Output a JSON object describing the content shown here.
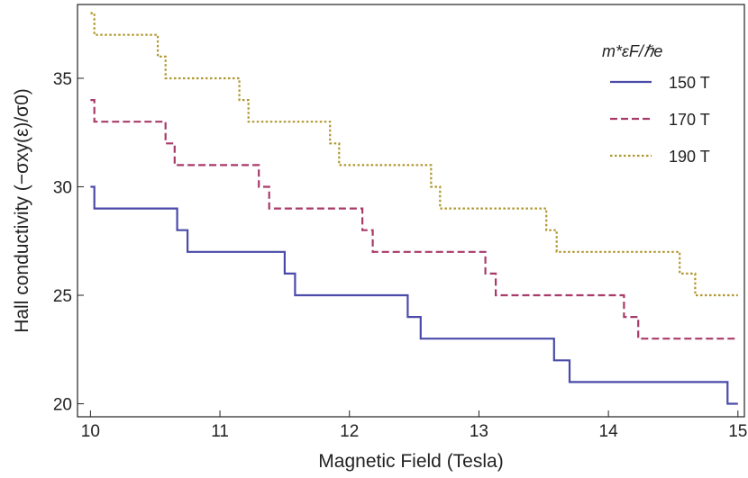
{
  "chart_data": {
    "type": "line",
    "title": "",
    "xlabel": "Magnetic Field (Tesla)",
    "ylabel": "Hall conductivity (−σxy(ε)/σ0)",
    "xlim": [
      9.9,
      15.05
    ],
    "ylim": [
      19.4,
      38.4
    ],
    "xticks": [
      10,
      11,
      12,
      13,
      14,
      15
    ],
    "yticks": [
      20,
      25,
      30,
      35
    ],
    "grid": false,
    "legend": {
      "title": "m*εF/ℏe",
      "placement": "top-right",
      "entries": [
        "150 T",
        "170 T",
        "190 T"
      ]
    },
    "series": [
      {
        "name": "150 T",
        "color": "#4a4aa8",
        "dash": "solid",
        "points": [
          [
            10.0,
            30
          ],
          [
            10.03,
            30
          ],
          [
            10.03,
            29
          ],
          [
            10.67,
            29
          ],
          [
            10.67,
            28
          ],
          [
            10.75,
            28
          ],
          [
            10.75,
            27
          ],
          [
            11.5,
            27
          ],
          [
            11.5,
            26
          ],
          [
            11.58,
            26
          ],
          [
            11.58,
            25
          ],
          [
            12.45,
            25
          ],
          [
            12.45,
            24
          ],
          [
            12.55,
            24
          ],
          [
            12.55,
            23
          ],
          [
            13.58,
            23
          ],
          [
            13.58,
            22
          ],
          [
            13.7,
            22
          ],
          [
            13.7,
            21
          ],
          [
            14.92,
            21
          ],
          [
            14.92,
            20
          ],
          [
            15.0,
            20
          ]
        ]
      },
      {
        "name": "170 T",
        "color": "#a83a6a",
        "dash": "dashed",
        "points": [
          [
            10.0,
            34
          ],
          [
            10.03,
            34
          ],
          [
            10.03,
            33
          ],
          [
            10.58,
            33
          ],
          [
            10.58,
            32
          ],
          [
            10.65,
            32
          ],
          [
            10.65,
            31
          ],
          [
            11.3,
            31
          ],
          [
            11.3,
            30
          ],
          [
            11.38,
            30
          ],
          [
            11.38,
            29
          ],
          [
            12.1,
            29
          ],
          [
            12.1,
            28
          ],
          [
            12.18,
            28
          ],
          [
            12.18,
            27
          ],
          [
            13.05,
            27
          ],
          [
            13.05,
            26
          ],
          [
            13.13,
            26
          ],
          [
            13.13,
            25
          ],
          [
            14.12,
            25
          ],
          [
            14.12,
            24
          ],
          [
            14.23,
            24
          ],
          [
            14.23,
            23
          ],
          [
            15.0,
            23
          ]
        ]
      },
      {
        "name": "190 T",
        "color": "#b0962e",
        "dash": "dotted",
        "points": [
          [
            10.0,
            38
          ],
          [
            10.03,
            38
          ],
          [
            10.03,
            37
          ],
          [
            10.52,
            37
          ],
          [
            10.52,
            36
          ],
          [
            10.58,
            36
          ],
          [
            10.58,
            35
          ],
          [
            11.15,
            35
          ],
          [
            11.15,
            34
          ],
          [
            11.22,
            34
          ],
          [
            11.22,
            33
          ],
          [
            11.85,
            33
          ],
          [
            11.85,
            32
          ],
          [
            11.92,
            32
          ],
          [
            11.92,
            31
          ],
          [
            12.63,
            31
          ],
          [
            12.63,
            30
          ],
          [
            12.7,
            30
          ],
          [
            12.7,
            29
          ],
          [
            13.52,
            29
          ],
          [
            13.52,
            28
          ],
          [
            13.6,
            28
          ],
          [
            13.6,
            27
          ],
          [
            14.55,
            27
          ],
          [
            14.55,
            26
          ],
          [
            14.67,
            26
          ],
          [
            14.67,
            25
          ],
          [
            15.0,
            25
          ]
        ]
      }
    ]
  }
}
